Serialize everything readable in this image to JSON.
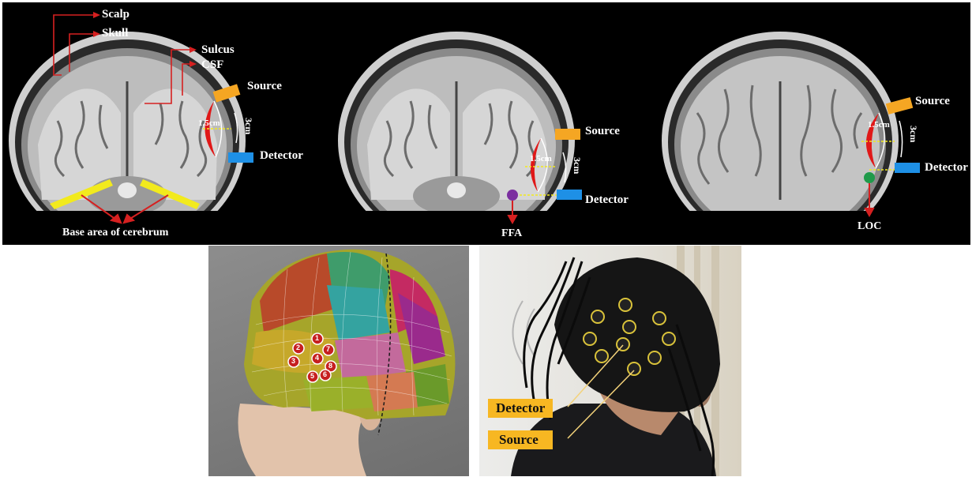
{
  "colors": {
    "source": "#f5a623",
    "detector": "#1e90e6",
    "annotation_arrow": "#d62020",
    "ffa_marker": "#7b2fa0",
    "loc_marker": "#1f9a4a",
    "cap_black": "#151515",
    "label_bg": "#f7b722"
  },
  "panel_top_left": {
    "labels": {
      "scalp": "Scalp",
      "skull": "Skull",
      "sulcus": "Sulcus",
      "csf": "CSF",
      "source": "Source",
      "detector": "Detector",
      "depth_3cm": "3cm",
      "depth_15cm": "1.5cm",
      "base": "Base area of cerebrum"
    }
  },
  "panel_top_middle": {
    "labels": {
      "source": "Source",
      "detector": "Detector",
      "depth_3cm": "3cm",
      "depth_15cm": "1.5cm",
      "region": "FFA"
    }
  },
  "panel_top_right": {
    "labels": {
      "source": "Source",
      "detector": "Detector",
      "depth_3cm": "3cm",
      "depth_15cm": "1.5cm",
      "region": "LOC"
    }
  },
  "panel_bottom_left": {
    "optode_numbers": [
      "1",
      "2",
      "3",
      "4",
      "5",
      "6",
      "7",
      "8"
    ]
  },
  "panel_bottom_right": {
    "labels": {
      "detector": "Detector",
      "source": "Source"
    }
  }
}
